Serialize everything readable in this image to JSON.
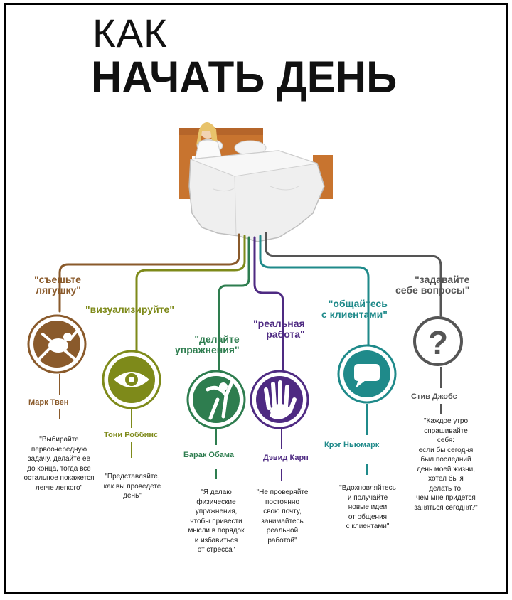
{
  "title": {
    "line1": "КАК",
    "line2": "НАЧАТЬ ДЕНЬ"
  },
  "colors": {
    "brown": "#8a5a2b",
    "olive": "#7e8a1a",
    "green": "#2e7d4f",
    "purple": "#4e2a82",
    "teal": "#1f8a8a",
    "gray": "#555555"
  },
  "items": [
    {
      "tip_line1": "\"съешьте",
      "tip_line2": "лягушку\"",
      "name": "Марк Твен",
      "quote": "\"Выбирайте\nпервоочередную\nзадачу, делайте ее\nдо конца, тогда все\nостальное покажется\nлегче легкого\"",
      "icon": "frog-icon"
    },
    {
      "tip_line1": "\"визуализируйте\"",
      "tip_line2": "",
      "name": "Тони Роббинс",
      "quote": "\"Представляйте,\nкак вы проведете\nдень\"",
      "icon": "eye-icon"
    },
    {
      "tip_line1": "\"делайте",
      "tip_line2": "упражнения\"",
      "name": "Барак Обама",
      "quote": "\"Я делаю\nфизические\nупражнения,\nчтобы привести\nмысли в порядок\nи избавиться\nот стресса\"",
      "icon": "stretching-person-icon"
    },
    {
      "tip_line1": "\"реальная",
      "tip_line2": "работа\"",
      "name": "Дэвид Карп",
      "quote": "\"Не проверяйте\nпостоянно\nсвою почту,\nзанимайтесь\nреальной\nработой\"",
      "icon": "hand-icon"
    },
    {
      "tip_line1": "\"общайтесь",
      "tip_line2": "с клиентами\"",
      "name": "Крэг Ньюмарк",
      "quote": "\"Вдохновляйтесь\nи получайте\nновые идеи\nот общения\nс клиентами\"",
      "icon": "chat-bubble-icon"
    },
    {
      "tip_line1": "\"задавайте",
      "tip_line2": "себе вопросы\"",
      "name": "Стив Джобс",
      "quote": "\"Каждое утро\nспрашивайте\nсебя:\nесли бы сегодня\nбыл последний\nдень моей жизни,\nхотел бы я\nделать то,\nчем мне придется\nзаняться сегодня?\"",
      "icon": "question-mark-icon"
    }
  ]
}
